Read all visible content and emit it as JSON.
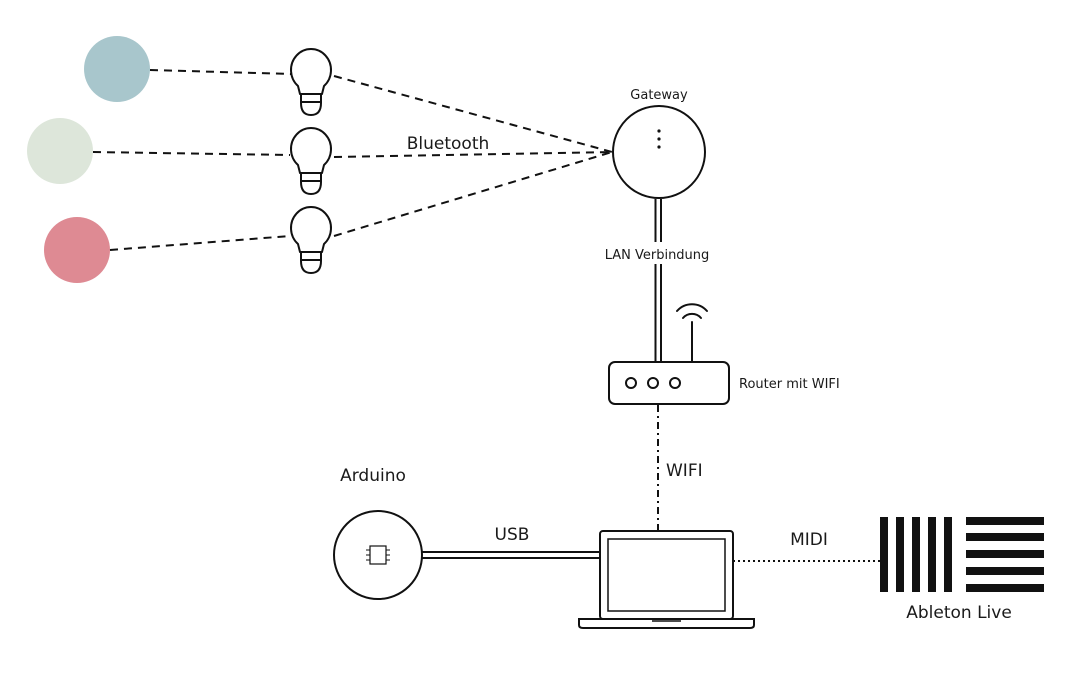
{
  "labels": {
    "gateway": "Gateway",
    "bluetooth": "Bluetooth",
    "lan": "LAN Verbindung",
    "router": "Router mit WIFI",
    "wifi": "WIFI",
    "arduino": "Arduino",
    "usb": "USB",
    "midi": "MIDI",
    "ableton": "Ableton Live"
  },
  "colors": {
    "lamp_blue": "#a8c6cc",
    "lamp_green": "#dde6da",
    "lamp_red": "#de8a93",
    "line": "#111111"
  },
  "icons": {
    "bulbs": [
      "lightbulb-icon",
      "lightbulb-icon",
      "lightbulb-icon"
    ],
    "gateway": "gateway-icon",
    "router": "router-icon",
    "wifi": "wifi-icon",
    "arduino": "arduino-icon",
    "laptop": "laptop-icon",
    "ableton": "ableton-logo"
  }
}
